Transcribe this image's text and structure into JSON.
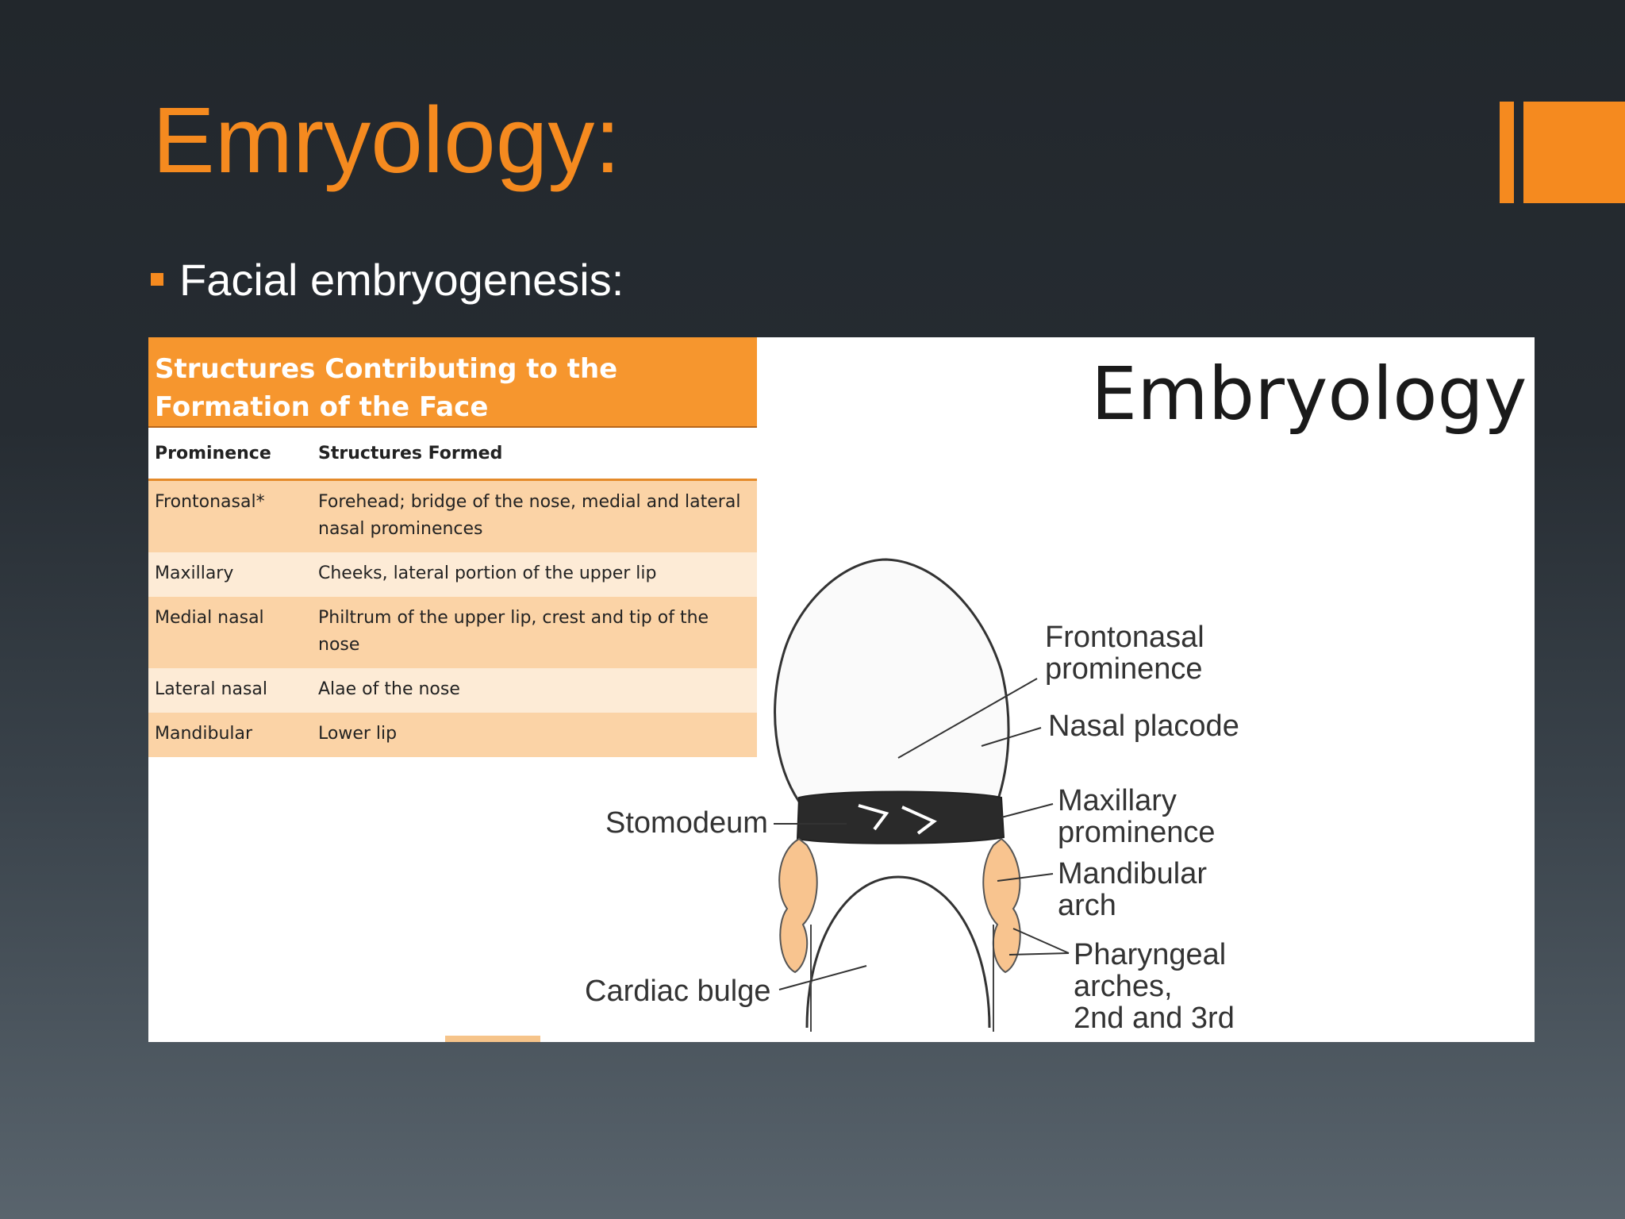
{
  "slide": {
    "title": "Emryology:",
    "bullet": "Facial embryogenesis:"
  },
  "table": {
    "heading_line1": "Structures Contributing to the",
    "heading_line2": "Formation of the Face",
    "col1": "Prominence",
    "col2": "Structures Formed",
    "rows": [
      {
        "prominence": "Frontonasal*",
        "structures": "Forehead; bridge of the nose, medial and lateral nasal prominences"
      },
      {
        "prominence": "Maxillary",
        "structures": "Cheeks, lateral portion of the upper lip"
      },
      {
        "prominence": "Medial nasal",
        "structures": "Philtrum of the upper lip, crest and tip of the nose"
      },
      {
        "prominence": "Lateral nasal",
        "structures": "Alae of the nose"
      },
      {
        "prominence": "Mandibular",
        "structures": "Lower lip"
      }
    ]
  },
  "diagram": {
    "title": "Embryology",
    "labels": {
      "frontonasal_1": "Frontonasal",
      "frontonasal_2": "prominence",
      "nasal_placode": "Nasal placode",
      "maxillary_1": "Maxillary",
      "maxillary_2": "prominence",
      "mandibular_1": "Mandibular",
      "mandibular_2": "arch",
      "pharyngeal_1": "Pharyngeal",
      "pharyngeal_2": "arches,",
      "pharyngeal_3": "2nd and 3rd",
      "stomodeum": "Stomodeum",
      "cardiac": "Cardiac bulge"
    }
  },
  "colors": {
    "accent": "#f58a1f",
    "table_header": "#f6962e",
    "row_dark": "#fbd3a6",
    "row_light": "#fdebd6",
    "arch_fill": "#f8c48f"
  }
}
